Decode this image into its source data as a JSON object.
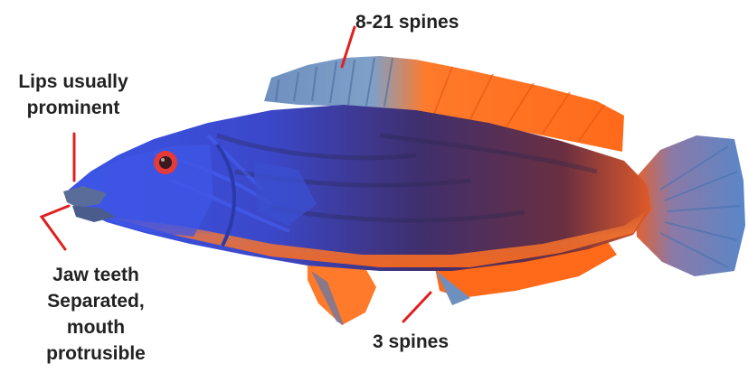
{
  "annotations": {
    "dorsal_spines": "8-21 spines",
    "lips": [
      "Lips usually",
      "prominent"
    ],
    "jaw": [
      "Jaw teeth",
      "Separated,",
      "mouth",
      "protrusible"
    ],
    "anal_spines": "3 spines"
  },
  "colors": {
    "leader_line": "#e02020",
    "fin_orange": "#ff6a1a",
    "body_blue": "#3a4fe0",
    "body_dark": "#3b2a63",
    "belly_orange": "#ff7a2e",
    "tail_blue": "#5a86c8"
  }
}
